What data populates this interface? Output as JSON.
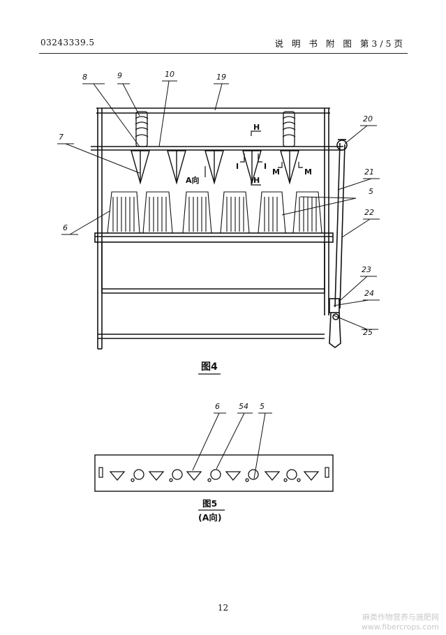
{
  "header": {
    "patent_number": "03243339.5",
    "doc_title": "说 明 书 附 图",
    "page_label": "第3/5页"
  },
  "figure4": {
    "caption": "图4",
    "callouts": [
      "8",
      "9",
      "10",
      "19",
      "20",
      "7",
      "21",
      "5",
      "6",
      "22",
      "23",
      "24",
      "25"
    ],
    "section_marks": {
      "h_top": "H",
      "h_bottom": "H",
      "i_left": "I",
      "i_right": "I",
      "m_left": "M",
      "m_right": "M",
      "view": "A向"
    }
  },
  "figure5": {
    "caption": "图5",
    "subcaption": "(A向)",
    "callouts": [
      "6",
      "54",
      "5"
    ]
  },
  "page_number": "12",
  "watermark": {
    "line1": "麻类作物营养与施肥网",
    "line2": "www.fibercrops.com"
  }
}
